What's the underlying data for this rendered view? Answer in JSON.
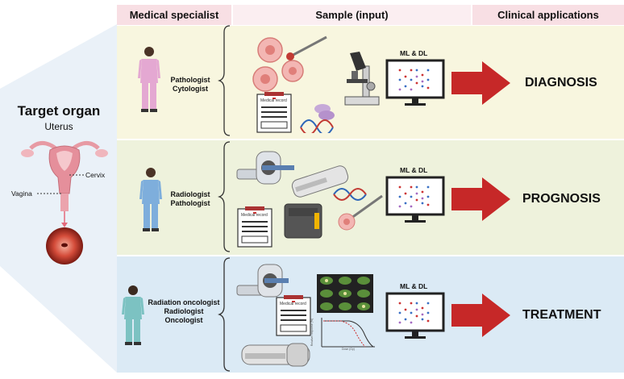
{
  "headers": {
    "specialist": "Medical specialist",
    "sample": "Sample (input)",
    "applications": "Clinical applications"
  },
  "organ": {
    "title": "Target organ",
    "name": "Uterus",
    "cervix_label": "Cervix",
    "vagina_label": "Vagina"
  },
  "rows": [
    {
      "specialists": [
        "Pathologist",
        "Cytologist"
      ],
      "record_label": "Medical record",
      "ml_label": "ML & DL",
      "outcome": "DIAGNOSIS"
    },
    {
      "specialists": [
        "Radiologist",
        "Pathologist"
      ],
      "record_label": "Medical record",
      "ml_label": "ML & DL",
      "outcome": "PROGNOSIS"
    },
    {
      "specialists": [
        "Radiation oncologist",
        "Radiologist",
        "Oncologist"
      ],
      "record_label": "Medical record",
      "ml_label": "ML & DL",
      "outcome": "TREATMENT",
      "curve_xlabel": "Dose (Gy)",
      "curve_ylabel": "Relative response (%)"
    }
  ],
  "colors": {
    "header_bg": "#f8dfe4",
    "band_yellow": "#f8f6df",
    "band_green": "#eef2dc",
    "band_blue": "#dbeaf5",
    "arrow_red": "#c62828",
    "scrub_pink": "#e4a8d2",
    "scrub_blue": "#7eaedc",
    "scrub_teal": "#7cc2c2"
  }
}
